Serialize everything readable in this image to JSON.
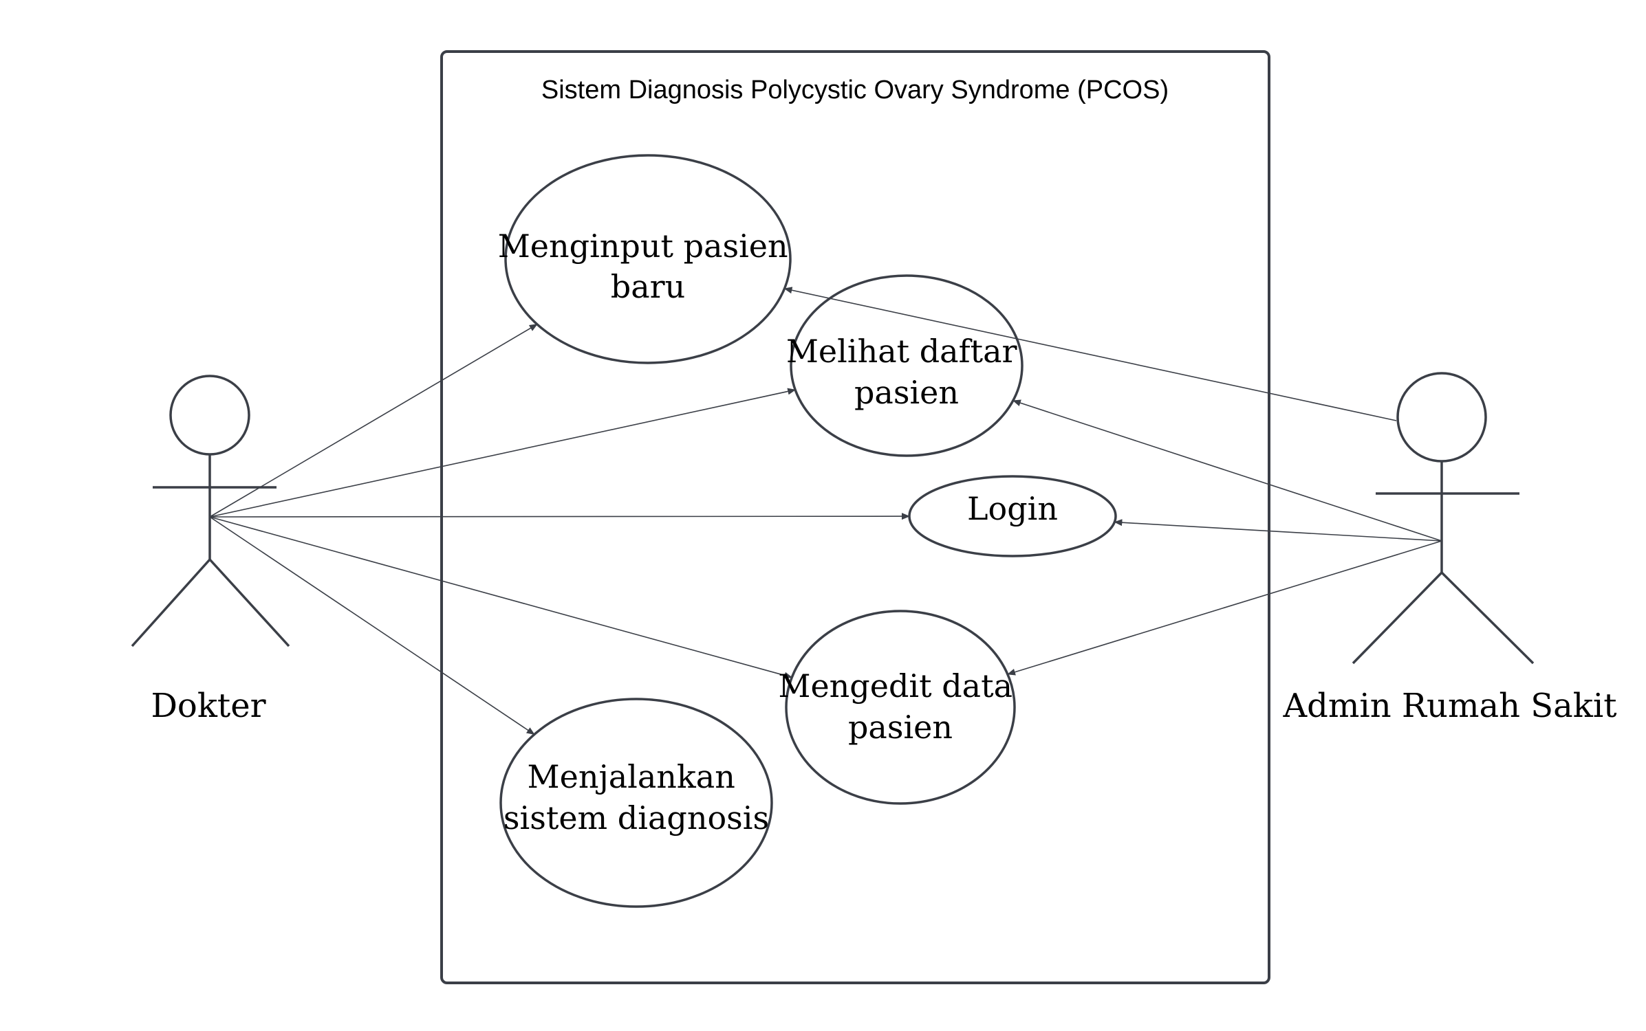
{
  "system": {
    "title": "Sistem Diagnosis Polycystic Ovary Syndrome (PCOS)"
  },
  "actors": [
    {
      "id": "dokter",
      "name": "Dokter"
    },
    {
      "id": "admin",
      "name": "Admin Rumah Sakit"
    }
  ],
  "use_cases": [
    {
      "id": "input",
      "lines": [
        "Menginput pasien",
        "baru"
      ]
    },
    {
      "id": "lihat",
      "lines": [
        "Melihat daftar",
        "pasien"
      ]
    },
    {
      "id": "login",
      "lines": [
        "Login"
      ]
    },
    {
      "id": "edit",
      "lines": [
        "Mengedit data",
        "pasien"
      ]
    },
    {
      "id": "diagnosis",
      "lines": [
        "Menjalankan",
        "sistem diagnosis"
      ]
    }
  ],
  "associations": [
    {
      "from": "dokter",
      "to": "input"
    },
    {
      "from": "dokter",
      "to": "lihat"
    },
    {
      "from": "dokter",
      "to": "login"
    },
    {
      "from": "dokter",
      "to": "edit"
    },
    {
      "from": "dokter",
      "to": "diagnosis"
    },
    {
      "from": "admin",
      "to": "input"
    },
    {
      "from": "admin",
      "to": "lihat"
    },
    {
      "from": "admin",
      "to": "login"
    },
    {
      "from": "admin",
      "to": "edit"
    }
  ],
  "colors": {
    "line": "#3b3f47",
    "text": "#000000",
    "background": "#ffffff"
  }
}
